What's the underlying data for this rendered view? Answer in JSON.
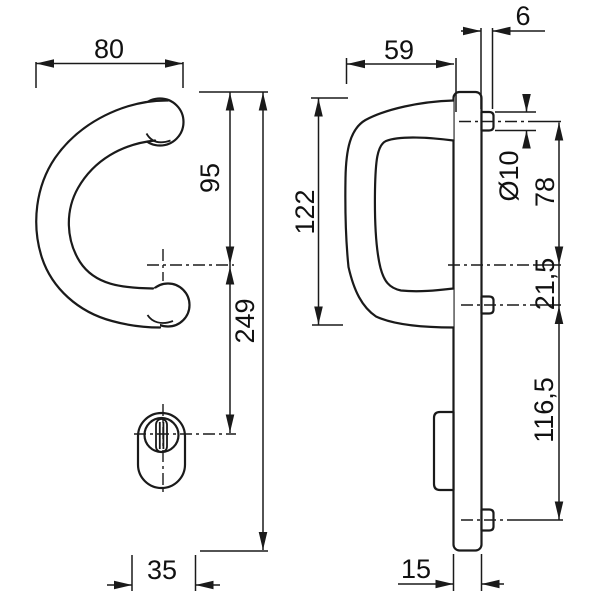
{
  "drawing": {
    "kind": "technical-dimension-drawing",
    "subject": "door-handle-with-long-backplate",
    "background_color": "#ffffff",
    "line_color": "#1a1a1a"
  },
  "dims": {
    "front": {
      "overall_width": "80",
      "top_to_handle_axis": "95",
      "plate_length": "249",
      "plate_width": "35"
    },
    "side": {
      "grip_depth": "59",
      "pin_projection": "6",
      "pin_diameter": "Ø10",
      "top_pin_to_axis": "78",
      "axis_to_second_pin": "21,5",
      "second_to_bottom_pin": "116,5",
      "handle_height": "122",
      "plate_thickness": "15"
    }
  }
}
